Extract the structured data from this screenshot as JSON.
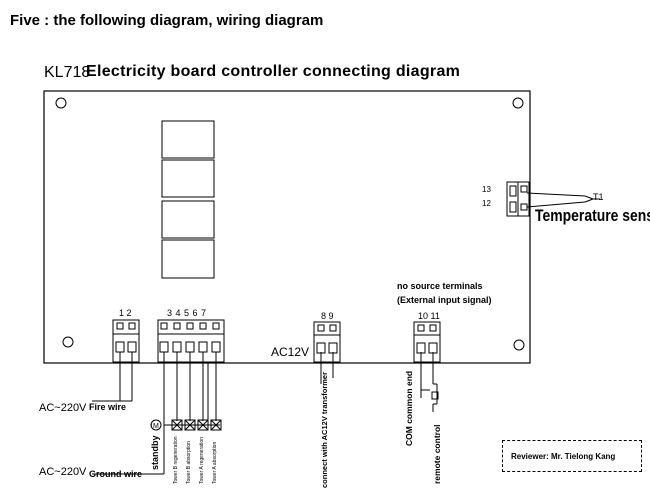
{
  "heading": "Five : the following diagram, wiring diagram",
  "title": {
    "prefix": "KL718",
    "main": "Electricity board controller connecting diagram"
  },
  "terminals": {
    "t1_2": "1  2",
    "t3_7": "3  4  5  6  7",
    "t8_9": "8  9",
    "t10_11": "10  11",
    "t12": "12",
    "t13": "13"
  },
  "labels": {
    "temperature_sensor": "Temperature sensor",
    "t1": "T1",
    "no_source": "no source terminals",
    "external_input": "(External input signal)",
    "ac12v": "AC12V",
    "ac220_fire": "AC~220V",
    "fire_wire": "Fire wire",
    "ac220_ground": "AC~220V",
    "ground_wire": "Ground wire",
    "standby": "standby",
    "tower_b_regeneration": "Tower B regeneration",
    "tower_b_absorption": "Tower B absorption",
    "tower_a_regeneration": "Tower A regeneration",
    "tower_a_absorption": "Tower A absorption",
    "connect_ac12v": "connect with AC12V transformer",
    "com_common_end": "COM common end",
    "remote_control": "remote control",
    "reviewer": "Reviewer: Mr. Tielong Kang",
    "motor_symbol": "M"
  }
}
